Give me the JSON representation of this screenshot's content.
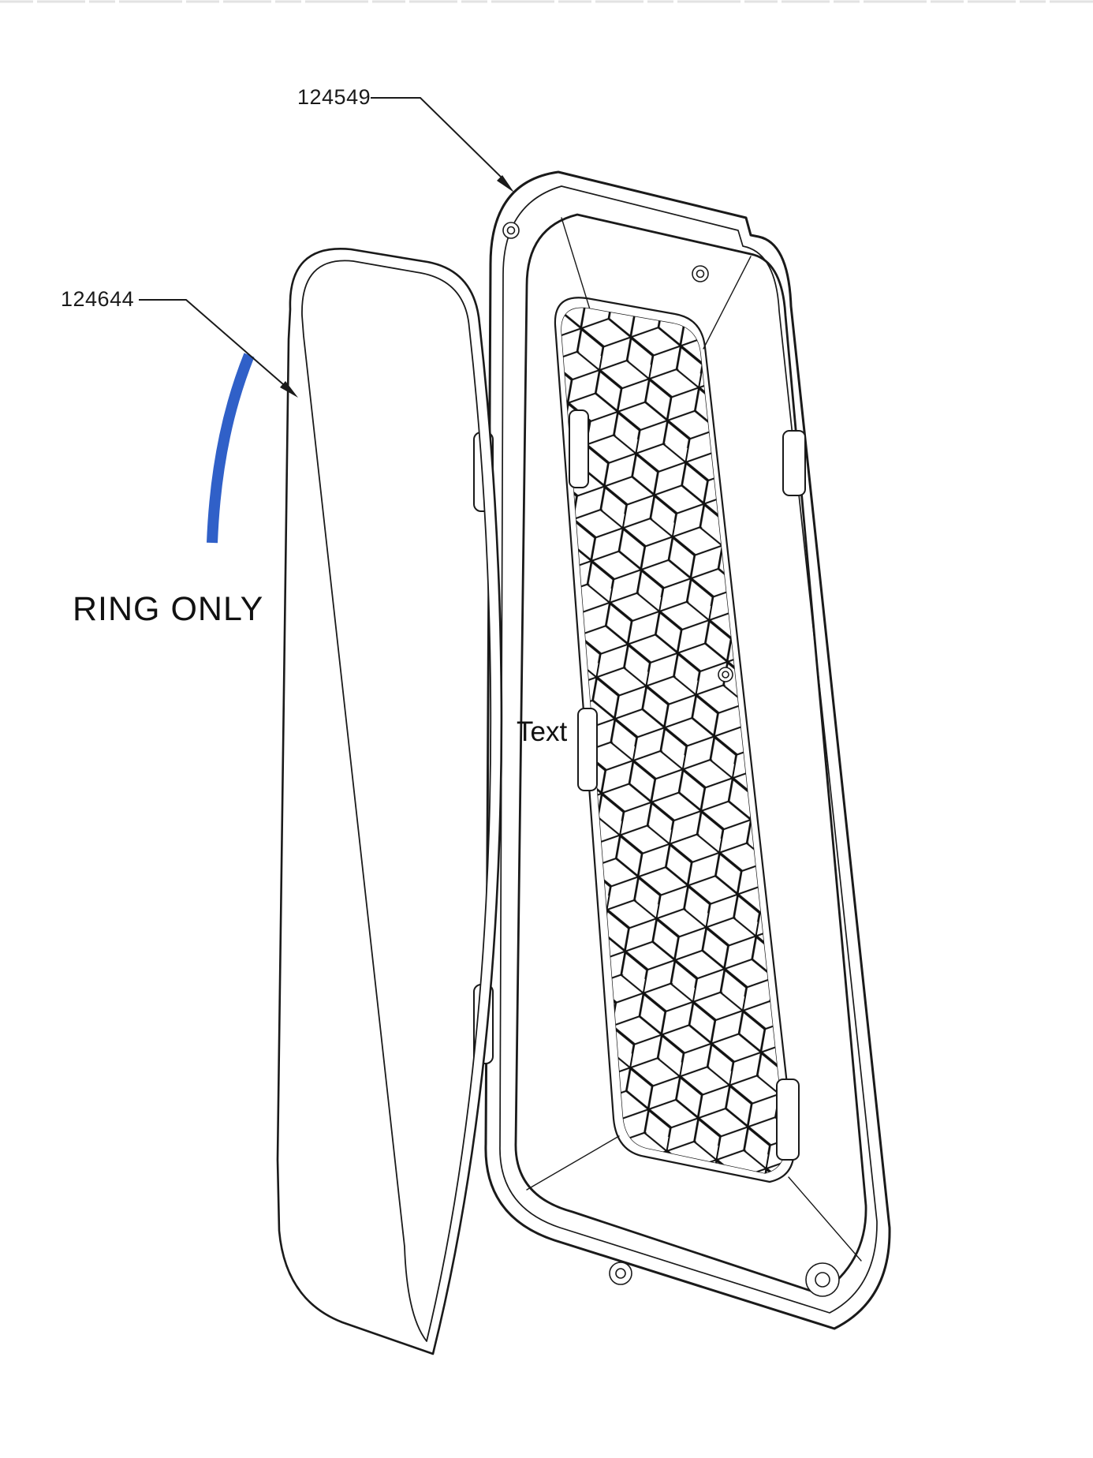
{
  "page": {
    "background": "#ffffff",
    "top_border_color": "#e2e2e2"
  },
  "drawing": {
    "type": "exploded-view technical drawing",
    "line_color": "#1a1a1a",
    "highlight_color": "#3060C8",
    "parts": [
      {
        "part_number": "124549",
        "name": "grille-housing",
        "description": "rounded rectangular housing with honeycomb grille insert"
      },
      {
        "part_number": "124644",
        "name": "seal-ring",
        "description": "rounded rectangular gasket ring",
        "note": "RING ONLY"
      }
    ],
    "callouts": {
      "housing_label": "124549",
      "ring_label": "124644",
      "ring_note": "RING ONLY",
      "center_note": "Text"
    }
  }
}
